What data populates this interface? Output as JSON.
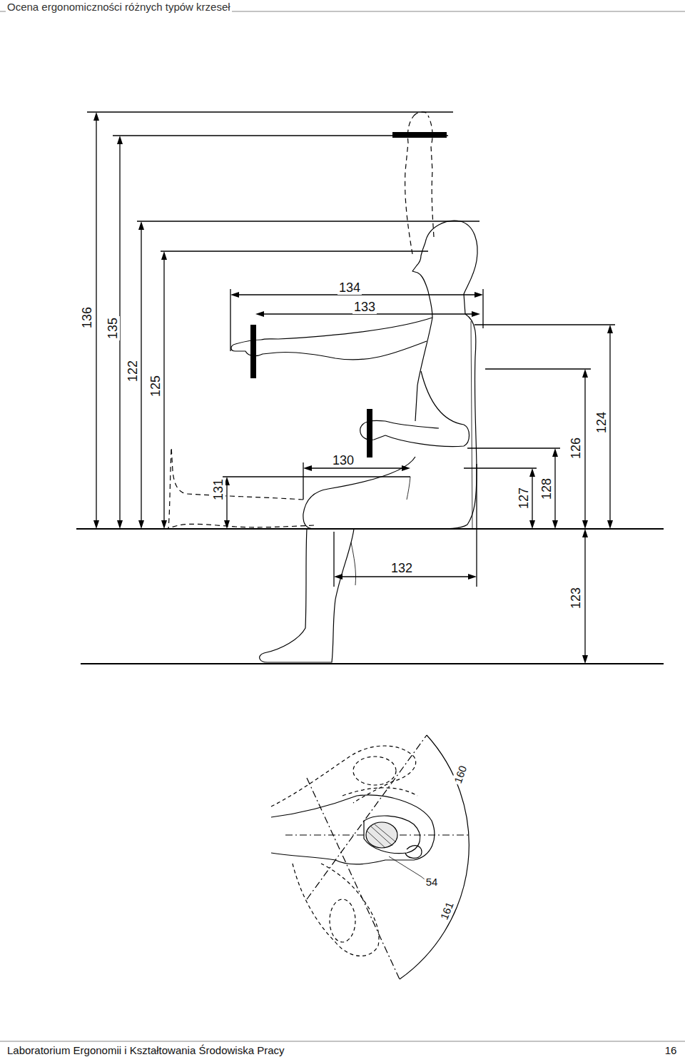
{
  "diagram": {
    "labels": [
      "Ocena ergonomiczności różnych typów krzeseł",
      "136",
      "135",
      "122",
      "125",
      "134",
      "133",
      "124",
      "126",
      "128",
      "127",
      "130",
      "131",
      "132",
      "123",
      "160",
      "54",
      "161",
      "Laboratorium Ergonomii i Kształtowania Środowiska Pracy",
      "16"
    ]
  }
}
